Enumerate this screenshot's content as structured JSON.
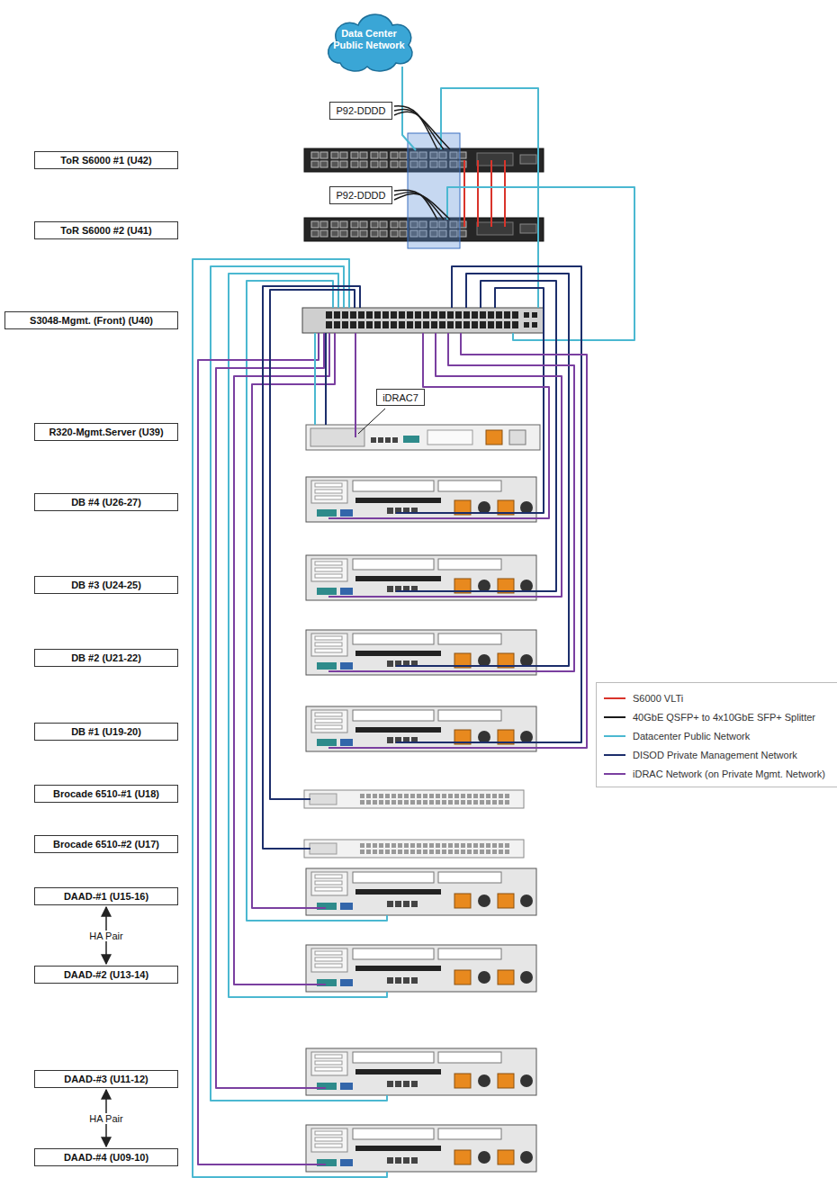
{
  "diagram": {
    "nodes": [
      {
        "text": [
          "Data Center Public Network"
        ]
      },
      {
        "text": [
          "P92-DDDD"
        ]
      },
      {
        "text": [
          "ToR S6000 #1 (U42)"
        ]
      },
      {
        "text": [
          "P92-DDDD"
        ]
      },
      {
        "text": [
          "ToR S6000 #2 (U41)"
        ]
      },
      {
        "text": [
          "S3048-Mgmt. (Front) (U40)"
        ]
      },
      {
        "text": [
          "iDRAC7"
        ]
      },
      {
        "text": [
          "R320-Mgmt.Server (U39)"
        ]
      },
      {
        "text": [
          "DB #4 (U26-27)"
        ]
      },
      {
        "text": [
          "DB #3 (U24-25)"
        ]
      },
      {
        "text": [
          "DB #2 (U21-22)"
        ]
      },
      {
        "text": [
          "DB #1 (U19-20)"
        ]
      },
      {
        "text": [
          "Brocade 6510-#1 (U18)"
        ]
      },
      {
        "text": [
          "Brocade 6510-#2 (U17)"
        ]
      },
      {
        "text": [
          "DAAD-#1 (U15-16)"
        ]
      },
      {
        "text": [
          "DAAD-#2 (U13-14)"
        ]
      },
      {
        "text": [
          "DAAD-#3 (U11-12)"
        ]
      },
      {
        "text": [
          "DAAD-#4 (U09-10)"
        ]
      }
    ],
    "edges": [
      {
        "from": 14,
        "to": 15,
        "label": "HA Pair",
        "arrow": "both"
      },
      {
        "from": 16,
        "to": 17,
        "label": "HA Pair",
        "arrow": "both"
      }
    ],
    "legend": [
      {
        "text": "S6000 VLTi"
      },
      {
        "text": "40GbE QSFP+ to 4x10GbE SFP+ Splitter"
      },
      {
        "text": "Datacenter Public Network"
      },
      {
        "text": "DISOD Private Management Network"
      },
      {
        "text": "iDRAC Network (on Private Mgmt. Network)"
      }
    ]
  }
}
